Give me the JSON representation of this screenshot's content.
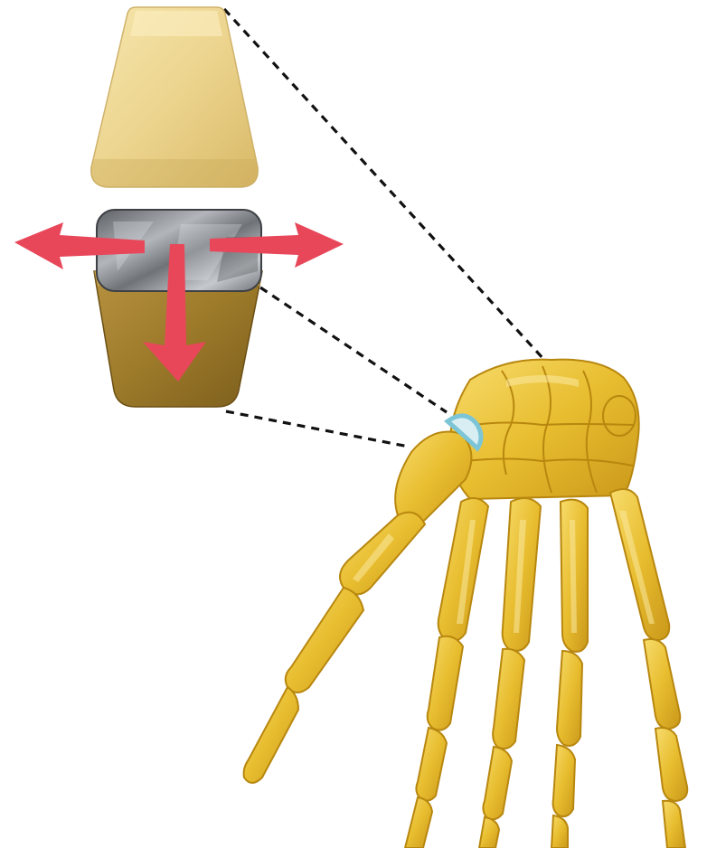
{
  "figure": {
    "components": [
      {
        "name": "upper-block",
        "icon": "trapezoid-block",
        "color": "#e9d28a"
      },
      {
        "name": "cartilage-pad",
        "icon": "rounded-square",
        "color": "#8e9297"
      },
      {
        "name": "lower-block",
        "icon": "trapezoid-block",
        "color": "#a07d2c"
      },
      {
        "name": "force-arrows",
        "icon": "arrow-icon",
        "color": "#e8475a"
      },
      {
        "name": "hand-skeleton",
        "icon": "hand-bones",
        "color": "#e8bd2f"
      },
      {
        "name": "joint-highlight",
        "icon": "ring-icon",
        "color": "#7cc5d6"
      }
    ],
    "guides": {
      "style": "dashed",
      "color": "#111111"
    }
  }
}
